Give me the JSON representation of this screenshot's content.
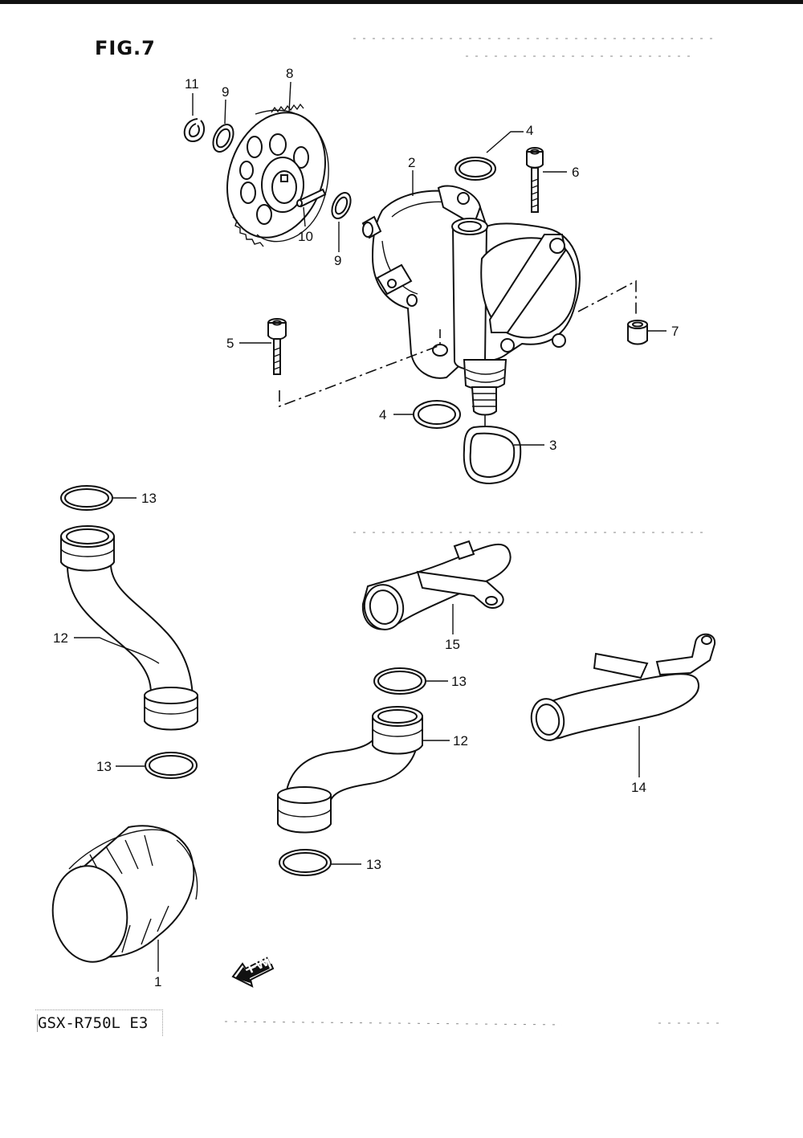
{
  "figure": {
    "title": "FIG.7",
    "model": "GSX-R750L  E3",
    "fwd_badge": "FWD"
  },
  "callouts": [
    {
      "id": "c11",
      "text": "11"
    },
    {
      "id": "c9a",
      "text": "9"
    },
    {
      "id": "c8",
      "text": "8"
    },
    {
      "id": "c10",
      "text": "10"
    },
    {
      "id": "c9b",
      "text": "9"
    },
    {
      "id": "c4a",
      "text": "4"
    },
    {
      "id": "c6",
      "text": "6"
    },
    {
      "id": "c2",
      "text": "2"
    },
    {
      "id": "c7",
      "text": "7"
    },
    {
      "id": "c5",
      "text": "5"
    },
    {
      "id": "c4b",
      "text": "4"
    },
    {
      "id": "c3",
      "text": "3"
    },
    {
      "id": "c13a",
      "text": "13"
    },
    {
      "id": "c12a",
      "text": "12"
    },
    {
      "id": "c15",
      "text": "15"
    },
    {
      "id": "c13b",
      "text": "13"
    },
    {
      "id": "c12b",
      "text": "12"
    },
    {
      "id": "c14",
      "text": "14"
    },
    {
      "id": "c13c",
      "text": "13"
    },
    {
      "id": "c13d",
      "text": "13"
    },
    {
      "id": "c1",
      "text": "1"
    }
  ]
}
